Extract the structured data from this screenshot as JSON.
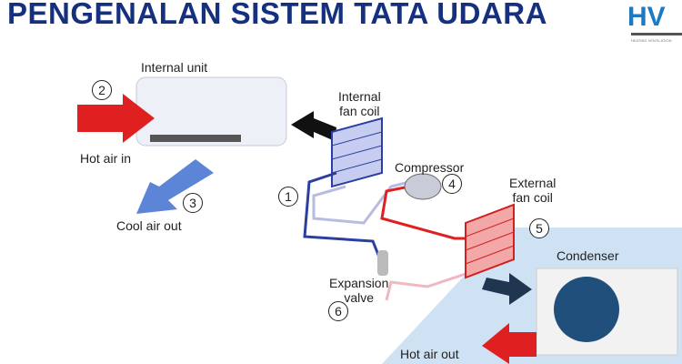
{
  "title": "PENGENALAN SISTEM TATA UDARA",
  "logo": {
    "text": "HV",
    "subtitle": "HEATING VENTILATION"
  },
  "labels": {
    "internal_unit": "Internal unit",
    "hot_air_in": "Hot air in",
    "cool_air_out": "Cool air out",
    "internal_fan_coil": "Internal\nfan coil",
    "compressor": "Compressor",
    "external_fan_coil": "External\nfan coil",
    "condenser": "Condenser",
    "expansion_valve": "Expansion\nvalve",
    "hot_air_out": "Hot air out"
  },
  "steps": [
    "1",
    "2",
    "3",
    "4",
    "5",
    "6"
  ],
  "colors": {
    "title": "#15307f",
    "hot": "#e02020",
    "cold": "#2a3fa0",
    "air": "#8fb8e0"
  }
}
